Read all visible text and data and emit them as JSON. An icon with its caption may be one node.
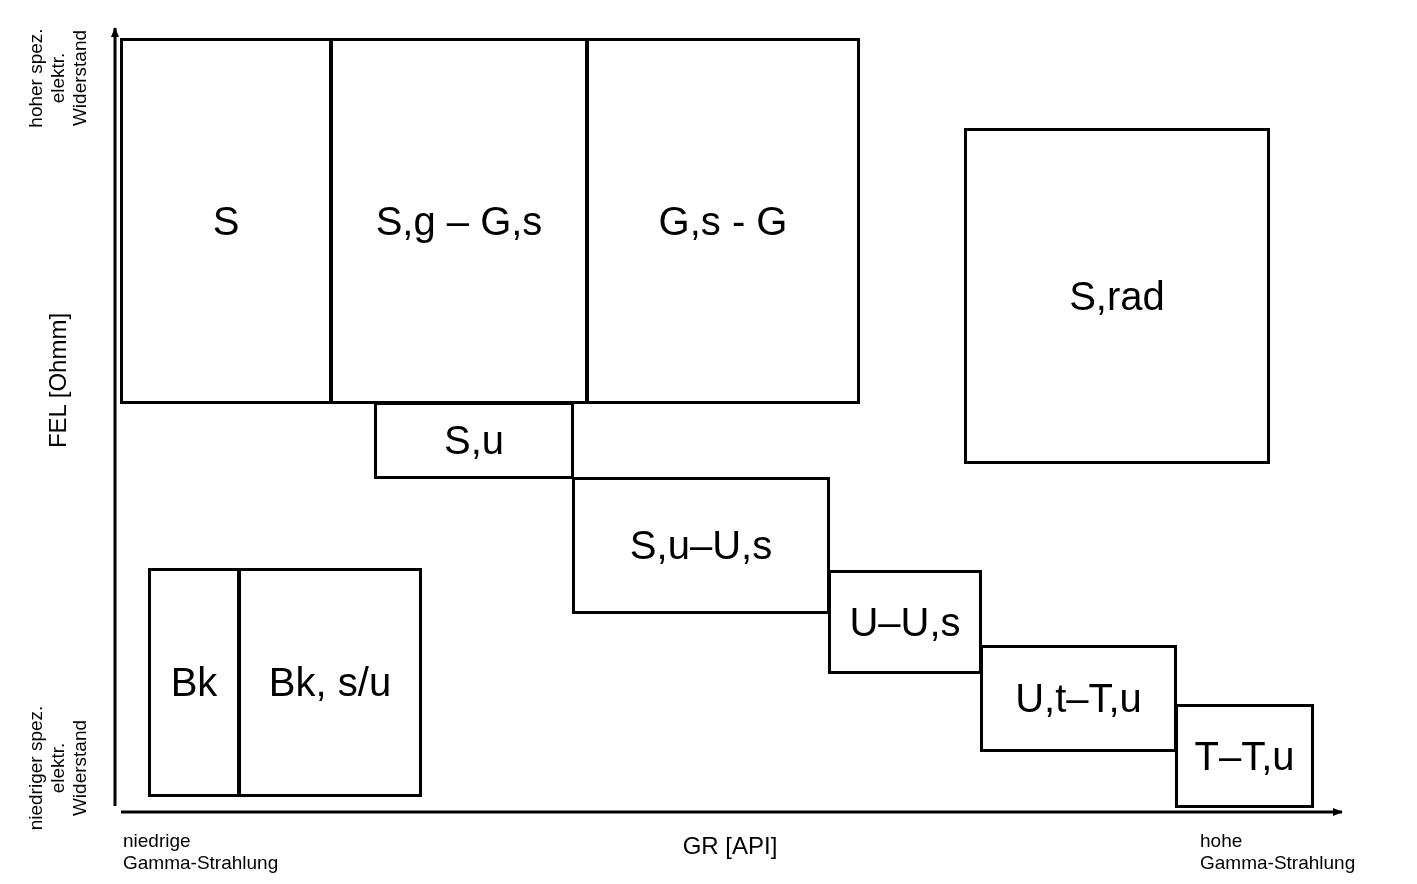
{
  "diagram": {
    "nodes": [
      {
        "text": [
          "S"
        ]
      },
      {
        "text": [
          "S,g – G,s"
        ]
      },
      {
        "text": [
          "G,s - G"
        ]
      },
      {
        "text": [
          "S,rad"
        ]
      },
      {
        "text": [
          "S,u"
        ]
      },
      {
        "text": [
          "S,u–U,s"
        ]
      },
      {
        "text": [
          "U–U,s"
        ]
      },
      {
        "text": [
          "U,t–T,u"
        ]
      },
      {
        "text": [
          "T–T,u"
        ]
      },
      {
        "text": [
          "Bk"
        ]
      },
      {
        "text": [
          "Bk, s/u"
        ]
      }
    ],
    "edges": [],
    "labels": [
      "hoher spez. elektr. Widerstand",
      "FEL [Ohmm]",
      "niedriger spez. elektr. Widerstand",
      "niedrige Gamma-Strahlung",
      "GR [API]",
      "hohe Gamma-Strahlung"
    ]
  }
}
